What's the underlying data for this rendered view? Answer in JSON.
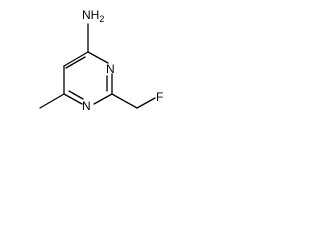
{
  "molecule": {
    "labels": {
      "amine_n": "N",
      "amine_h": "H",
      "amine_h_count": "2",
      "ring_n_upper": "N",
      "ring_n_lower": "N",
      "fluorine": "F"
    }
  }
}
